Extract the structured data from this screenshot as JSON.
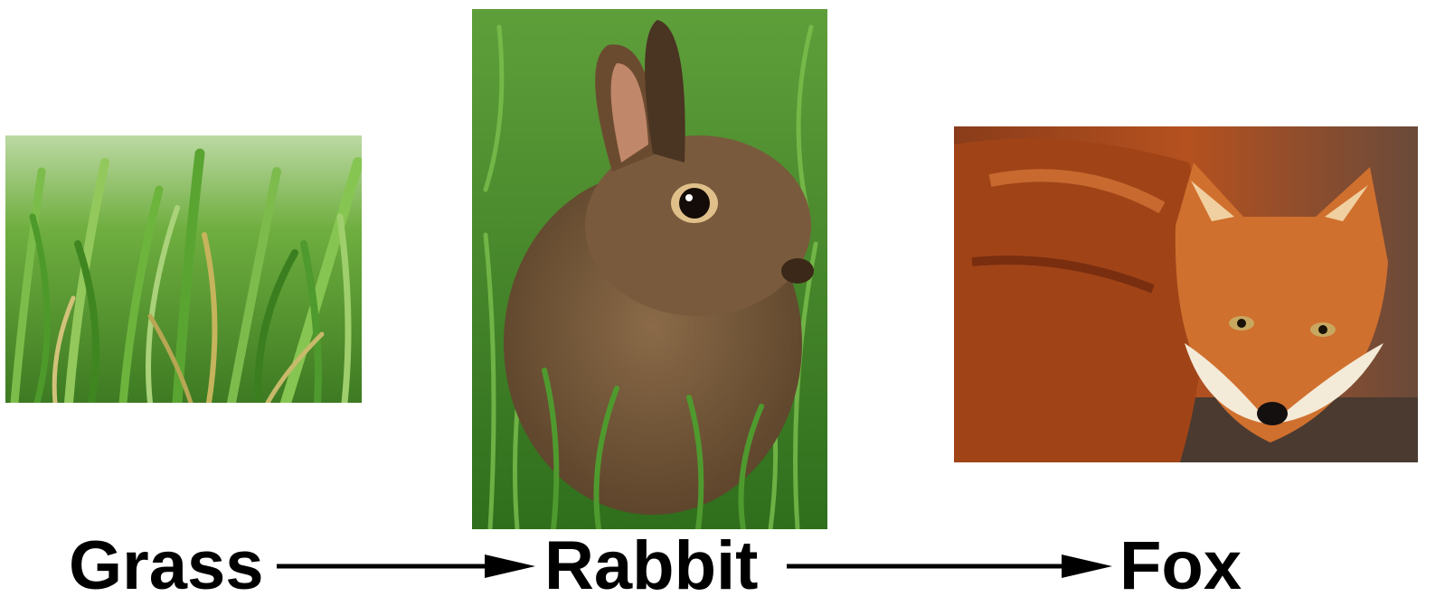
{
  "diagram": {
    "nodes": [
      {
        "id": "grass",
        "label": "Grass"
      },
      {
        "id": "rabbit",
        "label": "Rabbit"
      },
      {
        "id": "fox",
        "label": "Fox"
      }
    ],
    "edges": [
      {
        "from": "grass",
        "to": "rabbit"
      },
      {
        "from": "rabbit",
        "to": "fox"
      }
    ]
  },
  "colors": {
    "background": "#ffffff",
    "text": "#000000",
    "arrow": "#000000",
    "grass_green": "#4f9a2e",
    "rabbit_brown": "#7a5a3c",
    "fox_orange": "#c9602a"
  }
}
